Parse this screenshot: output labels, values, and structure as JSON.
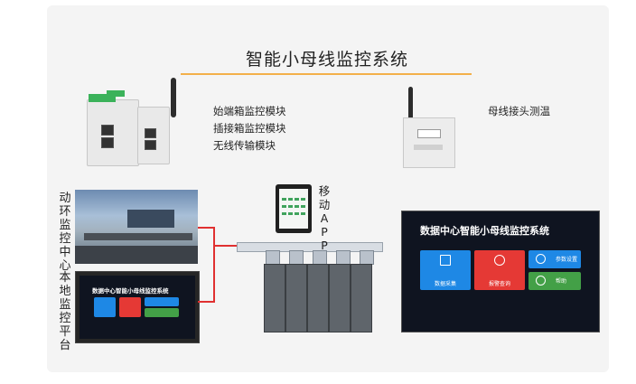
{
  "title": "智能小母线监控系统",
  "module_labels": [
    "始端箱监控模块",
    "插接箱监控模块",
    "无线传输模块"
  ],
  "temp_label": "母线接头测温",
  "left_labels": {
    "env_monitor": [
      "动",
      "环",
      "监",
      "控",
      "中",
      "心"
    ],
    "local_monitor": [
      "本",
      "地",
      "监",
      "控",
      "平",
      "台"
    ]
  },
  "mobile_app": [
    "移",
    "动",
    "A",
    "P",
    "P"
  ],
  "big_screen": {
    "title": "数据中心智能小母线监控系统",
    "tiles": [
      {
        "label": "数据采集",
        "color": "#1e88e5",
        "icon": "monitor-icon"
      },
      {
        "label": "报警查询",
        "color": "#e53935",
        "icon": "search-icon"
      },
      {
        "label": "参数设置",
        "color": "#1e88e5",
        "icon": "gear-icon"
      },
      {
        "label": "帮助",
        "color": "#43a047",
        "icon": "help-icon"
      }
    ]
  },
  "local_screen": {
    "title": "数据中心智能小母线监控系统"
  },
  "colors": {
    "accent_line": "#f3b04a",
    "link_line": "#e03030"
  }
}
